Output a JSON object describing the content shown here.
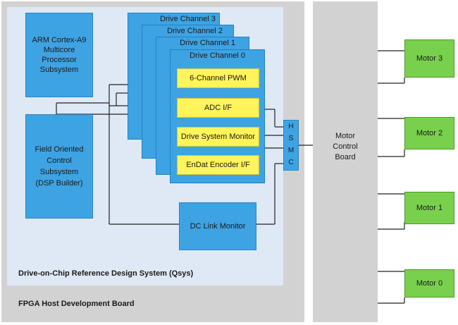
{
  "fpga_board": {
    "label": "FPGA Host Development Board"
  },
  "qsys": {
    "label": "Drive-on-Chip Reference Design System (Qsys)"
  },
  "arm": {
    "line1": "ARM Cortex-A9",
    "line2": "Multicore Processor",
    "line3": "Subsystem"
  },
  "foc": {
    "line1": "Field Oriented",
    "line2": "Control",
    "line3": "Subsystem",
    "line4": "(DSP Builder)"
  },
  "channels": [
    "Drive Channel 3",
    "Drive Channel 2",
    "Drive Channel 1",
    "Drive Channel 0"
  ],
  "channel0_blocks": [
    "6-Channel PWM",
    "ADC I/F",
    "Drive System Monitor",
    "EnDat Encoder I/F"
  ],
  "dc_link": {
    "label": "DC Link Monitor"
  },
  "hsmc": {
    "letters": [
      "H",
      "S",
      "M",
      "C"
    ]
  },
  "motor_control_board": {
    "line1": "Motor",
    "line2": "Control",
    "line3": "Board"
  },
  "motors": [
    "Motor 3",
    "Motor 2",
    "Motor 1",
    "Motor 0"
  ],
  "colors": {
    "blue": "#3ea3e3",
    "yellow": "#fff45a",
    "green": "#79d04c",
    "gray": "#d2d2d2"
  }
}
